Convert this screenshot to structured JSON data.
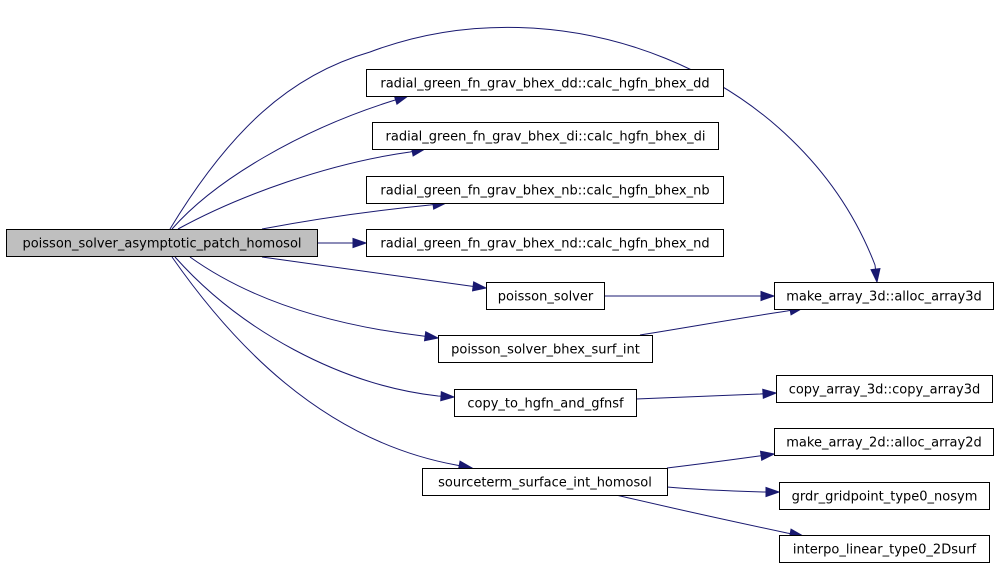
{
  "graph": {
    "edge_color": "#191970",
    "root_fill": "#bfbfbf",
    "nodes": [
      {
        "id": "root",
        "label": "poisson_solver_asymptotic_patch_homosol",
        "root": true
      },
      {
        "id": "dd",
        "label": "radial_green_fn_grav_bhex_dd::calc_hgfn_bhex_dd"
      },
      {
        "id": "di",
        "label": "radial_green_fn_grav_bhex_di::calc_hgfn_bhex_di"
      },
      {
        "id": "nb",
        "label": "radial_green_fn_grav_bhex_nb::calc_hgfn_bhex_nb"
      },
      {
        "id": "nd",
        "label": "radial_green_fn_grav_bhex_nd::calc_hgfn_bhex_nd"
      },
      {
        "id": "ps",
        "label": "poisson_solver"
      },
      {
        "id": "a3d",
        "label": "make_array_3d::alloc_array3d"
      },
      {
        "id": "pbs",
        "label": "poisson_solver_bhex_surf_int"
      },
      {
        "id": "cth",
        "label": "copy_to_hgfn_and_gfnsf"
      },
      {
        "id": "ca3",
        "label": "copy_array_3d::copy_array3d"
      },
      {
        "id": "a2d",
        "label": "make_array_2d::alloc_array2d"
      },
      {
        "id": "sth",
        "label": "sourceterm_surface_int_homosol"
      },
      {
        "id": "grdr",
        "label": "grdr_gridpoint_type0_nosym"
      },
      {
        "id": "ilin",
        "label": "interpo_linear_type0_2Dsurf"
      }
    ],
    "edges": [
      {
        "from": "root",
        "to": "dd"
      },
      {
        "from": "root",
        "to": "di"
      },
      {
        "from": "root",
        "to": "nb"
      },
      {
        "from": "root",
        "to": "nd"
      },
      {
        "from": "root",
        "to": "ps"
      },
      {
        "from": "root",
        "to": "a3d"
      },
      {
        "from": "root",
        "to": "pbs"
      },
      {
        "from": "root",
        "to": "cth"
      },
      {
        "from": "root",
        "to": "sth"
      },
      {
        "from": "ps",
        "to": "a3d"
      },
      {
        "from": "pbs",
        "to": "a3d"
      },
      {
        "from": "cth",
        "to": "ca3"
      },
      {
        "from": "sth",
        "to": "a2d"
      },
      {
        "from": "sth",
        "to": "grdr"
      },
      {
        "from": "sth",
        "to": "ilin"
      }
    ]
  }
}
